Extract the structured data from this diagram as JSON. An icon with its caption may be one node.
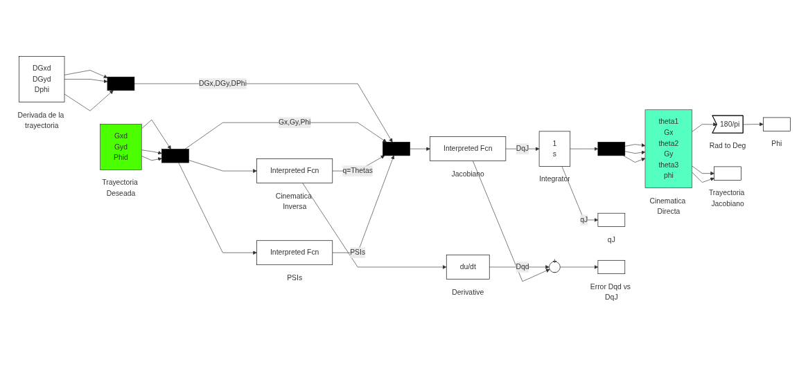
{
  "diagram": {
    "nodes": [
      {
        "text": [
          "DGxd",
          "DGyd",
          "Dphi"
        ],
        "beside": [
          "Derivada de la trayectoria"
        ]
      },
      {
        "text": [],
        "shape": "bar"
      },
      {
        "text": [
          "Gxd",
          "Gyd",
          "Phid"
        ],
        "beside": [
          "Trayectoria Deseada"
        ]
      },
      {
        "text": [],
        "shape": "bar"
      },
      {
        "text": [
          "Interpreted Fcn"
        ],
        "beside": [
          "Cinematica Inversa"
        ]
      },
      {
        "text": [
          "Interpreted Fcn"
        ],
        "beside": [
          "PSIs"
        ]
      },
      {
        "text": [],
        "shape": "bar"
      },
      {
        "text": [
          "du/dt"
        ],
        "beside": [
          "Derivative"
        ]
      },
      {
        "text": [
          "Interpreted Fcn"
        ],
        "beside": [
          "Jacobiano"
        ]
      },
      {
        "text": [
          "+",
          "−"
        ]
      },
      {
        "text": [],
        "shape": "box",
        "beside": [
          "Error Dqd vs DqJ"
        ]
      },
      {
        "text": [
          "1",
          "s"
        ],
        "beside": [
          "Integrator"
        ]
      },
      {
        "text": [],
        "shape": "box",
        "beside": [
          "qJ"
        ]
      },
      {
        "text": [],
        "shape": "bar"
      },
      {
        "text": [
          "theta1",
          "Gx",
          "theta2",
          "Gy",
          "theta3",
          "phi"
        ],
        "beside": [
          "Cinematica Directa"
        ]
      },
      {
        "text": [],
        "shape": "box",
        "beside": [
          "Trayectoria Jacobiano"
        ]
      },
      {
        "text": [
          "180/pi"
        ],
        "beside": [
          "Rad to Deg"
        ]
      },
      {
        "text": [],
        "shape": "box",
        "beside": [
          "Phi"
        ]
      }
    ],
    "edges": [
      {
        "from": 0,
        "to": 1,
        "arrow": "to"
      },
      {
        "from": 0,
        "to": 1,
        "arrow": "to"
      },
      {
        "from": 0,
        "to": 1,
        "arrow": "to"
      },
      {
        "from": 1,
        "to": 6,
        "arrow": "to",
        "label": "DGx,DGy,DPhi"
      },
      {
        "from": 2,
        "to": 3,
        "arrow": "to"
      },
      {
        "from": 2,
        "to": 3,
        "arrow": "to"
      },
      {
        "from": 2,
        "to": 3,
        "arrow": "to"
      },
      {
        "from": 3,
        "to": 6,
        "arrow": "to",
        "label": "Gx,Gy,Phi"
      },
      {
        "from": 3,
        "to": 4,
        "arrow": "to"
      },
      {
        "from": 3,
        "to": 5,
        "arrow": "to"
      },
      {
        "from": 4,
        "to": 6,
        "arrow": "to",
        "label": "q=Thetas"
      },
      {
        "from": 4,
        "to": 7,
        "arrow": "to"
      },
      {
        "from": 5,
        "to": 6,
        "arrow": "to",
        "label": "PSIs"
      },
      {
        "from": 6,
        "to": 8,
        "arrow": "to"
      },
      {
        "from": 7,
        "to": 9,
        "arrow": "to",
        "label": "Dqd"
      },
      {
        "from": 8,
        "to": 9,
        "arrow": "to"
      },
      {
        "from": 8,
        "to": 11,
        "arrow": "to",
        "label": "DqJ"
      },
      {
        "from": 9,
        "to": 10,
        "arrow": "to"
      },
      {
        "from": 11,
        "to": 12,
        "arrow": "to",
        "label": "qJ"
      },
      {
        "from": 11,
        "to": 13,
        "arrow": "to"
      },
      {
        "from": 13,
        "to": 14,
        "arrow": "to"
      },
      {
        "from": 13,
        "to": 14,
        "arrow": "to"
      },
      {
        "from": 13,
        "to": 14,
        "arrow": "to"
      },
      {
        "from": 14,
        "to": 15,
        "arrow": "to"
      },
      {
        "from": 14,
        "to": 15,
        "arrow": "to"
      },
      {
        "from": 14,
        "to": 16,
        "arrow": "to"
      },
      {
        "from": 16,
        "to": 17,
        "arrow": "to"
      }
    ]
  }
}
